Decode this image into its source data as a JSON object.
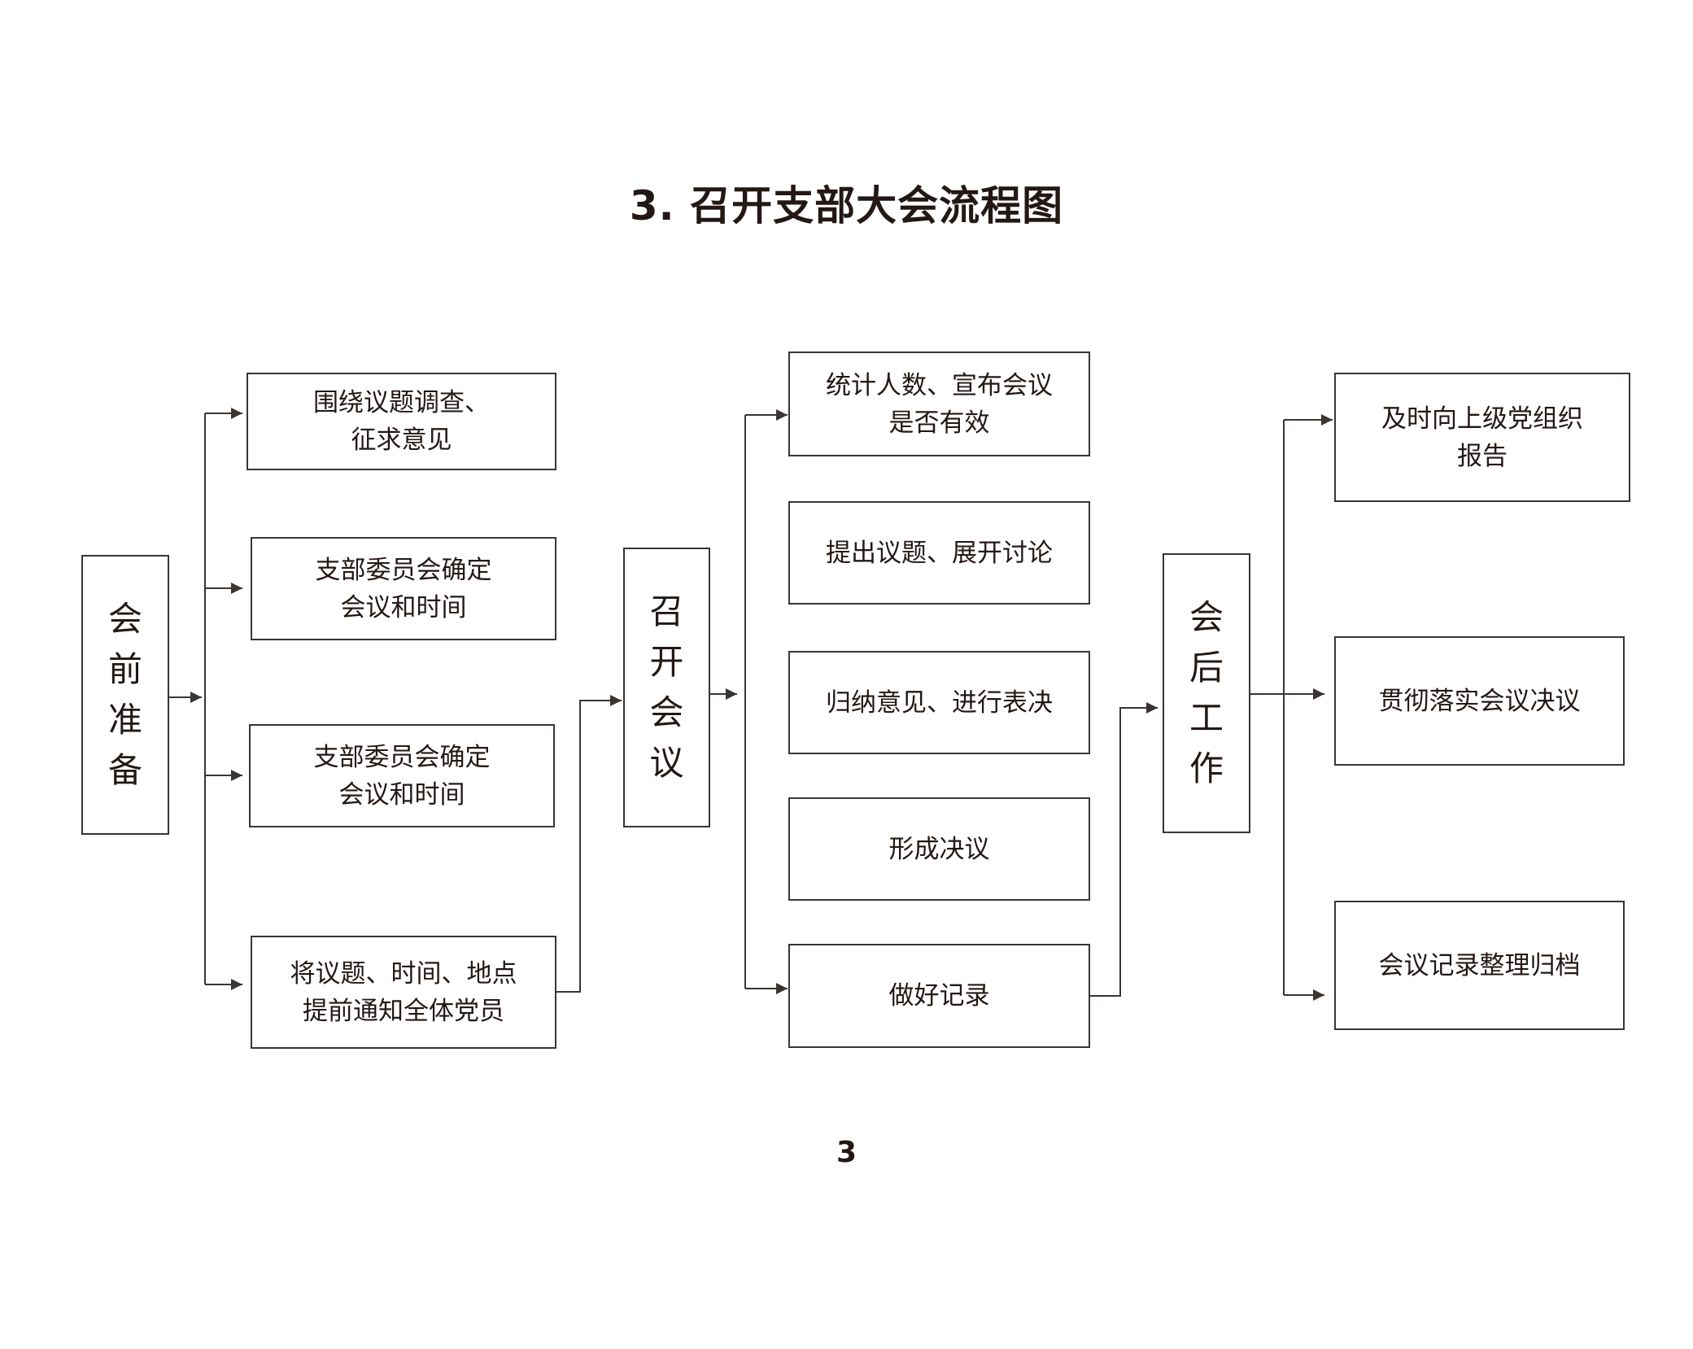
{
  "title": "3. 召开支部大会流程图",
  "page_number": "3",
  "colors": {
    "line": "#3a3533",
    "text": "#231815",
    "background": "#ffffff"
  },
  "stages": {
    "pre": "会前准备",
    "meeting": "召开会议",
    "post": "会后工作"
  },
  "pre_steps": [
    "围绕议题调查、\n征求意见",
    "支部委员会确定\n会议和时间",
    "支部委员会确定\n会议和时间",
    "将议题、时间、地点\n提前通知全体党员"
  ],
  "meeting_steps": [
    "统计人数、宣布会议\n是否有效",
    "提出议题、展开讨论",
    "归纳意见、进行表决",
    "形成决议",
    "做好记录"
  ],
  "post_steps": [
    "及时向上级党组织\n报告",
    "贯彻落实会议决议",
    "会议记录整理归档"
  ]
}
